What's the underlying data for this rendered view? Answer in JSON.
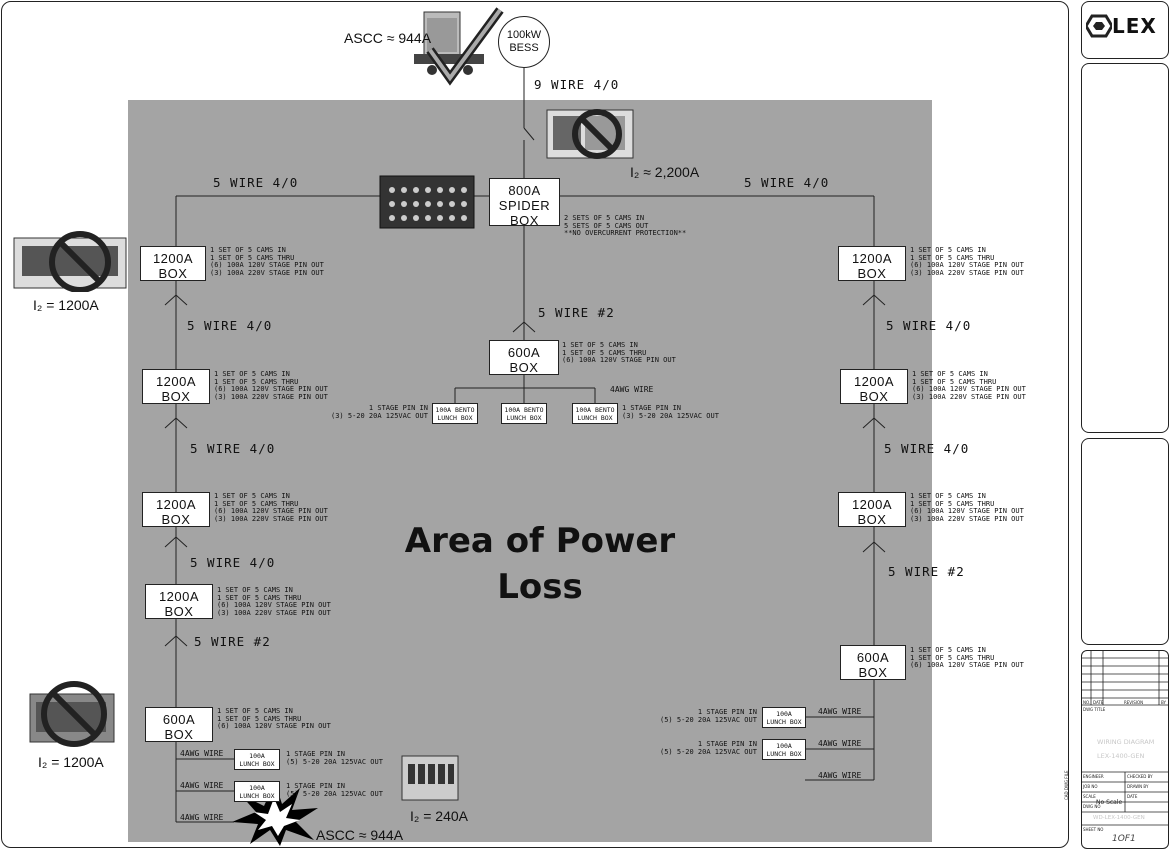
{
  "bess": {
    "line1": "100kW",
    "line2": "BESS"
  },
  "labels": {
    "ascc_top": "ASCC ≈ 944A",
    "ascc_bottom": "ASCC ≈ 944A",
    "i2_gen": "I₂ ≈ 2,200A",
    "i2_left_top": "I₂ = 1200A",
    "i2_left_bottom": "I₂ = 1200A",
    "i2_lunch": "I₂ = 240A"
  },
  "area_text": {
    "line1": "Area of Power",
    "line2": "Loss"
  },
  "wires": {
    "nine_wire": "9 WIRE 4/0",
    "five_40": "5 WIRE 4/0",
    "five_2": "5 WIRE #2",
    "awg4": "4AWG WIRE"
  },
  "spider": {
    "l1": "800A",
    "l2": "SPIDER",
    "l3": "BOX",
    "note": "2 SETS OF 5 CAMS IN\n5 SETS OF 5 CAMS OUT\n**NO OVERCURRENT PROTECTION**"
  },
  "box1200": {
    "l1": "1200A",
    "l2": "BOX"
  },
  "box600": {
    "l1": "600A",
    "l2": "BOX"
  },
  "note1200": "1 SET OF 5 CAMS IN\n1 SET OF 5 CAMS THRU\n(6) 100A 120V STAGE PIN OUT\n(3) 100A 220V STAGE PIN OUT",
  "note600": "1 SET OF 5 CAMS IN\n1 SET OF 5 CAMS THRU\n(6) 100A 120V STAGE PIN OUT",
  "bento": {
    "l1": "100A BENTO",
    "l2": "LUNCH BOX"
  },
  "lunch": {
    "l1": "100A",
    "l2": "LUNCH BOX"
  },
  "stagepin_bento": "1 STAGE PIN IN\n(3) 5-20 20A 125VAC OUT",
  "stagepin_lunch": "1 STAGE PIN IN\n(5) 5-20 20A 125VAC OUT",
  "titleblock": {
    "logo": "LEX",
    "rev_no": "NO.",
    "rev_date": "DATE",
    "revision": "REVISION",
    "rev_by": "BY",
    "dwg_title_label": "DWG TITLE",
    "title1": "WIRING DIAGRAM",
    "title2": "LEX-1400-GEN",
    "engineer": "ENGINEER",
    "checked_by": "CHECKED BY",
    "job_no": "JOB NO",
    "drawn_by": "DRAWN BY",
    "scale_label": "SCALE",
    "scale": "No Scale",
    "date_label": "DATE",
    "dwg_no_label": "DWG NO",
    "dwg_no": "WD-LEX-1400-GEN",
    "sheet_no_label": "SHEET NO",
    "sheet": "1OF1",
    "cad_label": "CAD DWG FILE"
  }
}
